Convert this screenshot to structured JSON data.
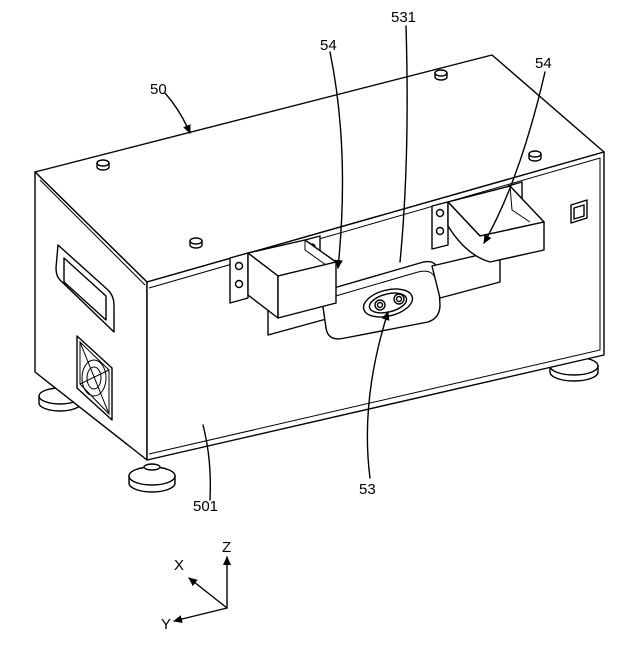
{
  "labels": {
    "device": "50",
    "front_panel": "501",
    "connector": "53",
    "connector_body": "531",
    "handle_left": "54",
    "handle_right": "54"
  },
  "axes": {
    "x": "X",
    "y": "Y",
    "z": "Z"
  }
}
